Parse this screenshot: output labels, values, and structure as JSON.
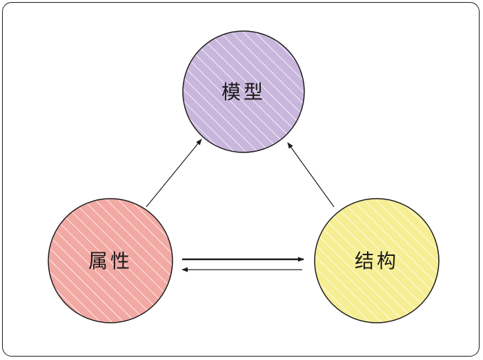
{
  "nodes": {
    "model": {
      "label": "模型",
      "color": "#c9b6dc"
    },
    "attribute": {
      "label": "属性",
      "color": "#f2a9a3"
    },
    "structure": {
      "label": "结构",
      "color": "#f6ee93"
    }
  },
  "colors": {
    "stroke": "#1a1a1a",
    "hatch": "#ffffff"
  }
}
